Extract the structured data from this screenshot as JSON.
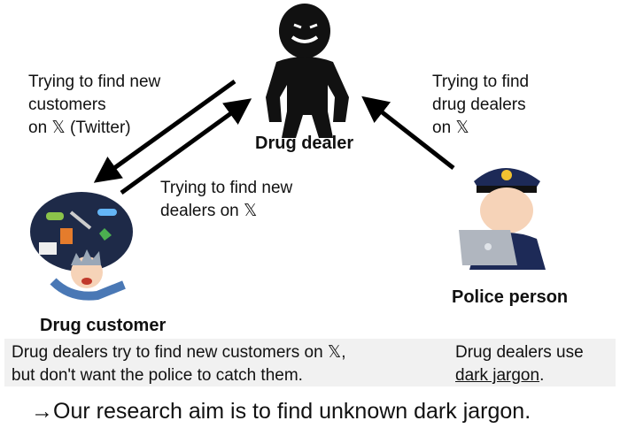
{
  "labels": {
    "dealer": "Drug dealer",
    "customer": "Drug customer",
    "police": "Police person"
  },
  "arrows_text": {
    "dealer_to_customer": [
      "Trying to find new",
      "customers",
      "on 𝕏 (Twitter)"
    ],
    "customer_to_dealer": [
      "Trying to find new",
      "dealers on 𝕏"
    ],
    "police_to_dealer": [
      "Trying to find",
      "drug dealers",
      "on 𝕏"
    ]
  },
  "summary": {
    "left": [
      "Drug dealers try to find new customers on 𝕏,",
      "but don't want the police to catch them."
    ],
    "right_prefix": "Drug dealers use",
    "right_term": "dark jargon",
    "right_suffix": "."
  },
  "aim": "→Our research aim is to find unknown dark jargon.",
  "colors": {
    "arrow": "#000000",
    "box": "#f1f1f1",
    "box_arrow": "#7f7f7f"
  }
}
